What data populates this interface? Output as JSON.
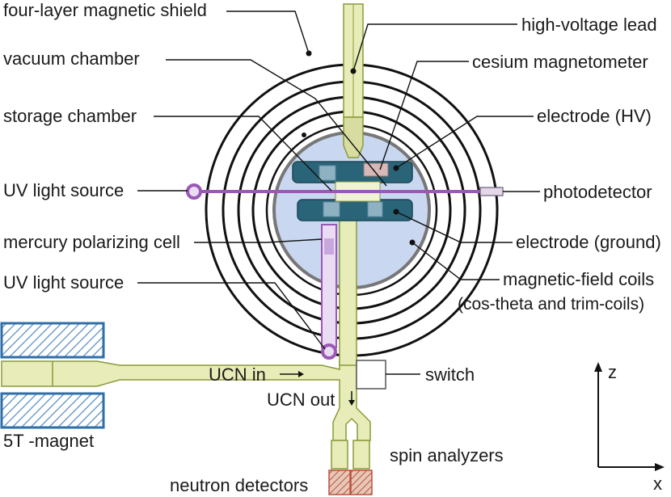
{
  "labels": {
    "four_layer_shield": "four-layer magnetic shield",
    "vacuum_chamber": "vacuum chamber",
    "storage_chamber": "storage chamber",
    "uv_source_top": "UV light source",
    "mercury_cell": "mercury polarizing cell",
    "uv_source_bottom": "UV light source",
    "high_voltage_lead": "high-voltage lead",
    "cesium_magnetometer": "cesium magnetometer",
    "electrode_hv": "electrode (HV)",
    "photodetector": "photodetector",
    "electrode_ground": "electrode (ground)",
    "coils_line1": "magnetic-field coils",
    "coils_line2": "(cos-theta and trim-coils)",
    "ucn_in": "UCN in",
    "ucn_out": "UCN out",
    "switch": "switch",
    "magnet": "5T -magnet",
    "spin_analyzers": "spin analyzers",
    "neutron_detectors": "neutron detectors",
    "axis_z": "z",
    "axis_x": "x"
  },
  "colors": {
    "guide_fill": "#e8ecb8",
    "guide_stroke": "#8a9a3a",
    "chamber_fill": "#c9d8f0",
    "electrode": "#2a6478",
    "uv_purple": "#9b59b6",
    "magnet_stroke": "#2f6fa8",
    "detector": "#b5543a",
    "ring": "#111111"
  }
}
